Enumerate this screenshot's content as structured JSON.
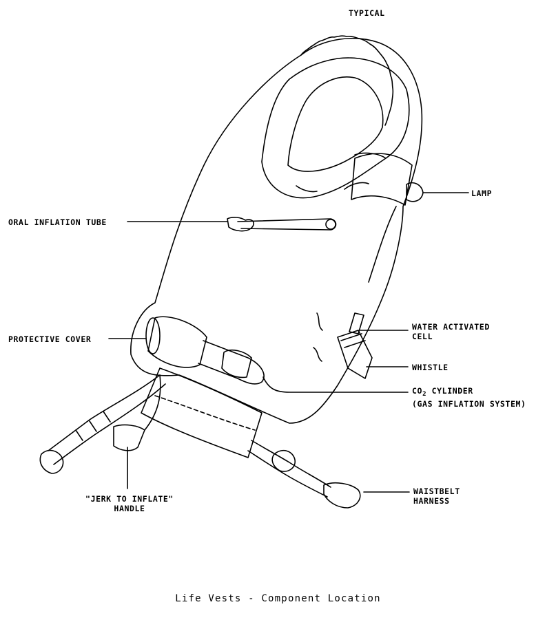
{
  "header": {
    "note": "TYPICAL"
  },
  "labels": {
    "lamp": "LAMP",
    "oral_inflation_tube": "ORAL INFLATION TUBE",
    "protective_cover": "PROTECTIVE COVER",
    "water_activated_cell_line1": "WATER ACTIVATED",
    "water_activated_cell_line2": "CELL",
    "whistle": "WHISTLE",
    "co2_prefix": "CO",
    "co2_sub": "2",
    "co2_rest": " CYLINDER",
    "co2_line2": "(GAS INFLATION SYSTEM)",
    "jerk_line1": "\"JERK TO INFLATE\"",
    "jerk_line2": "HANDLE",
    "waistbelt_line1": "WAISTBELT",
    "waistbelt_line2": "HARNESS"
  },
  "caption": "Life Vests - Component Location"
}
